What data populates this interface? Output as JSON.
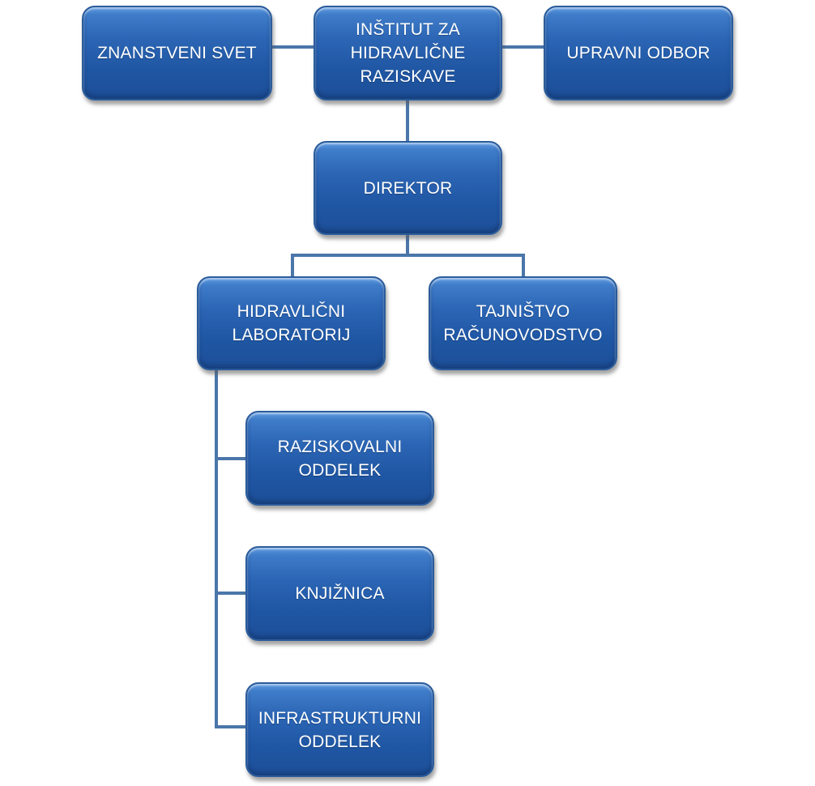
{
  "org_chart": {
    "nodes": {
      "institut": "INŠTITUT ZA\nHIDRAVLIČNE\nRAZISKAVE",
      "znanstveni_svet": "ZNANSTVENI SVET",
      "upravni_odbor": "UPRAVNI ODBOR",
      "direktor": "DIREKTOR",
      "hidravlicni_laboratorij": "HIDRAVLIČNI\nLABORATORIJ",
      "tajnistvo": "TAJNIŠTVO\nRAČUNOVODSTVO",
      "raziskovalni_oddelek": "RAZISKOVALNI\nODDELEK",
      "knjiznica": "KNJIŽNICA",
      "infrastrukturni_oddelek": "INFRASTRUKTURNI\nODDELEK"
    },
    "colors": {
      "node_fill": "#2b65b4",
      "node_border": "#2b5c9b",
      "connector": "#4a76aa",
      "text": "#ffffff"
    }
  }
}
